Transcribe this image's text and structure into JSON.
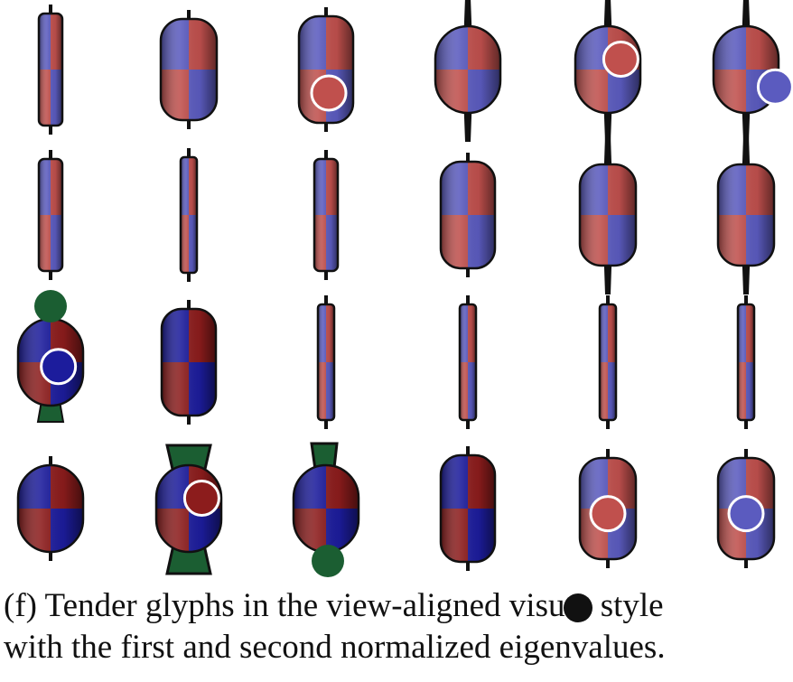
{
  "caption": {
    "line1_pre": "(f) Tender glyphs in the view-aligned visu",
    "line1_post": " style",
    "line2": "with the first and second normalized eigenvalues."
  },
  "colors": {
    "red": "#c0504d",
    "blue": "#5b5bbf",
    "dark_red": "#8c1c1c",
    "dark_blue": "#1c1c9c",
    "green": "#1b5e32",
    "black": "#111111",
    "white": "#ffffff"
  },
  "glyphs": [
    {
      "row": 0,
      "col": 0,
      "shape": "slab",
      "palette": "light",
      "stem": "thin",
      "marker": null
    },
    {
      "row": 0,
      "col": 1,
      "shape": "wide",
      "palette": "light",
      "stem": "thin",
      "marker": null
    },
    {
      "row": 0,
      "col": 2,
      "shape": "medium",
      "palette": "light",
      "stem": "thin",
      "marker": {
        "pos": "lower-right",
        "fill": "red"
      }
    },
    {
      "row": 0,
      "col": 3,
      "shape": "round",
      "palette": "light",
      "stem": "cone",
      "marker": null
    },
    {
      "row": 0,
      "col": 4,
      "shape": "round",
      "palette": "light",
      "stem": "cone",
      "marker": {
        "pos": "upper-right",
        "fill": "red"
      }
    },
    {
      "row": 0,
      "col": 5,
      "shape": "round",
      "palette": "light",
      "stem": "cone",
      "marker": {
        "pos": "lower-right",
        "fill": "blue"
      }
    },
    {
      "row": 1,
      "col": 0,
      "shape": "slab",
      "palette": "light",
      "stem": "thin",
      "marker": null
    },
    {
      "row": 1,
      "col": 1,
      "shape": "thin",
      "palette": "light",
      "stem": "thin",
      "marker": null
    },
    {
      "row": 1,
      "col": 2,
      "shape": "slab",
      "palette": "light",
      "stem": "thin",
      "marker": null
    },
    {
      "row": 1,
      "col": 3,
      "shape": "medium",
      "palette": "light",
      "stem": "thin",
      "marker": null
    },
    {
      "row": 1,
      "col": 4,
      "shape": "wide",
      "palette": "light",
      "stem": "cone",
      "marker": null
    },
    {
      "row": 1,
      "col": 5,
      "shape": "wide",
      "palette": "light",
      "stem": "cone",
      "marker": null
    },
    {
      "row": 2,
      "col": 0,
      "shape": "round",
      "palette": "dark",
      "stem": "green-bottom",
      "marker": {
        "pos": "center-right",
        "fill": "dark_blue"
      },
      "extra": "green-top"
    },
    {
      "row": 2,
      "col": 1,
      "shape": "medium",
      "palette": "dark",
      "stem": "thin",
      "marker": null
    },
    {
      "row": 2,
      "col": 2,
      "shape": "thin",
      "palette": "light",
      "stem": "thin",
      "marker": null
    },
    {
      "row": 2,
      "col": 3,
      "shape": "thin",
      "palette": "light",
      "stem": "thin",
      "marker": null
    },
    {
      "row": 2,
      "col": 4,
      "shape": "thin",
      "palette": "light",
      "stem": "thin",
      "marker": null
    },
    {
      "row": 2,
      "col": 5,
      "shape": "thin",
      "palette": "light",
      "stem": "thin",
      "marker": null
    },
    {
      "row": 3,
      "col": 0,
      "shape": "round",
      "palette": "dark",
      "stem": "thin",
      "marker": null
    },
    {
      "row": 3,
      "col": 1,
      "shape": "round",
      "palette": "dark",
      "stem": "green-both",
      "marker": {
        "pos": "upper-right",
        "fill": "dark_red"
      }
    },
    {
      "row": 3,
      "col": 2,
      "shape": "round",
      "palette": "dark",
      "stem": "green-top",
      "marker": null,
      "extra": "green-bottom-dot"
    },
    {
      "row": 3,
      "col": 3,
      "shape": "medium",
      "palette": "dark",
      "stem": "thin",
      "marker": null
    },
    {
      "row": 3,
      "col": 4,
      "shape": "wide",
      "palette": "light",
      "stem": "thin",
      "marker": {
        "pos": "lower-center",
        "fill": "red"
      }
    },
    {
      "row": 3,
      "col": 5,
      "shape": "wide",
      "palette": "light",
      "stem": "thin",
      "marker": {
        "pos": "lower-center",
        "fill": "blue"
      }
    }
  ]
}
